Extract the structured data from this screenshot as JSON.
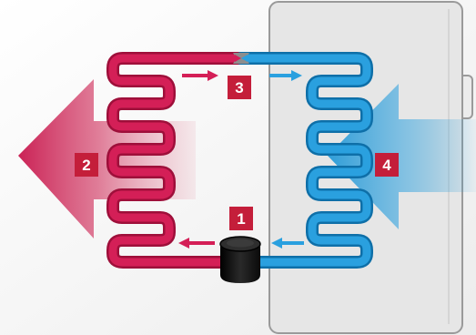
{
  "colors": {
    "hot": "#c8174d",
    "cold": "#1b95d6",
    "badge": "#c41e3a",
    "compressor": "#1a1a1a",
    "fridge_body": "#e6e6e6",
    "fridge_outline": "#9a9a9a"
  },
  "steps": [
    {
      "number": "1",
      "part": "compressor"
    },
    {
      "number": "2",
      "part": "condenser-heat-release"
    },
    {
      "number": "3",
      "part": "expansion-valve"
    },
    {
      "number": "4",
      "part": "evaporator-heat-absorption"
    }
  ],
  "icons": {
    "heat_out": "heat-release-arrow-icon",
    "heat_in": "heat-absorb-arrow-icon",
    "flow": "flow-direction-arrow-icon",
    "compressor": "compressor-icon"
  }
}
